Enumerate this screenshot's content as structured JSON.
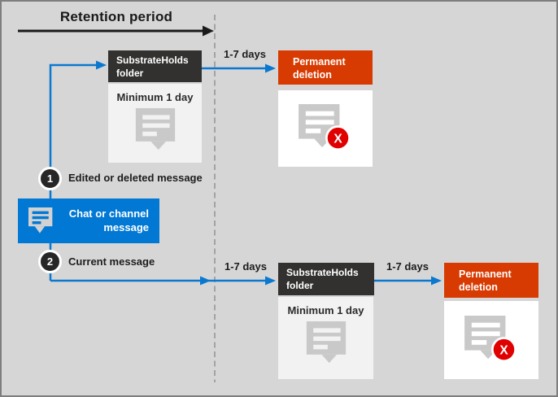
{
  "header": {
    "title": "Retention period"
  },
  "source": {
    "label": "Chat or channel message"
  },
  "branches": [
    {
      "number": "1",
      "label": "Edited or deleted message"
    },
    {
      "number": "2",
      "label": "Current message"
    }
  ],
  "flow_top": {
    "folder_title": "SubstrateHolds folder",
    "folder_duration": "Minimum 1 day",
    "arrow_label": "1-7 days",
    "deletion_title": "Permanent deletion"
  },
  "flow_bottom": {
    "arrow_label_before": "1-7 days",
    "folder_title": "SubstrateHolds folder",
    "folder_duration": "Minimum 1 day",
    "arrow_label_after": "1-7 days",
    "deletion_title": "Permanent deletion"
  },
  "icons": {
    "message_bubble": "message-bubble-icon",
    "deleted_message": "deleted-message-x-icon",
    "chat_message": "chat-message-icon",
    "delete_badge_glyph": "X"
  },
  "colors": {
    "background": "#d6d6d6",
    "frame_border": "#7e7e7e",
    "accent_blue": "#0078d4",
    "arrow_blue": "#0b78d0",
    "dark_box": "#323130",
    "orange_box": "#d83b01",
    "light_box": "#f2f2f2",
    "white_box": "#ffffff",
    "icon_gray": "#c9c9c9",
    "red_badge": "#e00000",
    "dashed_line": "#a3a3a3",
    "timeline_black": "#1a1a1a"
  }
}
